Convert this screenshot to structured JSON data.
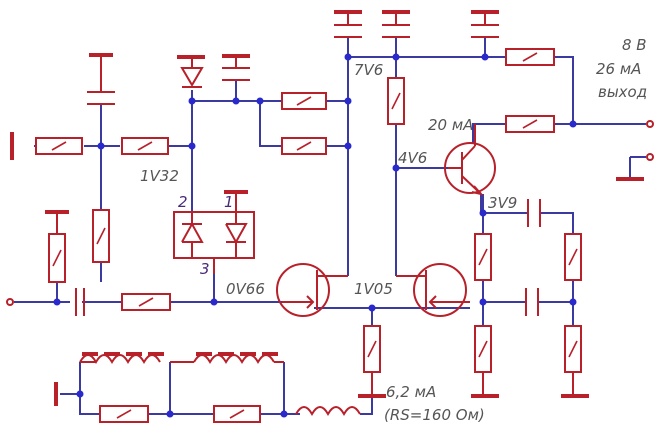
{
  "labels": {
    "v_out": "8 В",
    "i_out": "26 мА",
    "out_name": "выход",
    "v_76": "7V6",
    "v_132": "1V32",
    "i_20": "20 мА",
    "v_46": "4V6",
    "v_39": "3V9",
    "v_066": "0V66",
    "v_105": "1V05",
    "i_62": "6,2 мА",
    "rs": "(RS=160 Ом)",
    "pin2": "2",
    "pin1": "1",
    "pin3": "3"
  },
  "colors": {
    "wire": "#3a3aa0",
    "component": "#b8202a",
    "junction": "#2a2acc",
    "label": "#555555"
  }
}
